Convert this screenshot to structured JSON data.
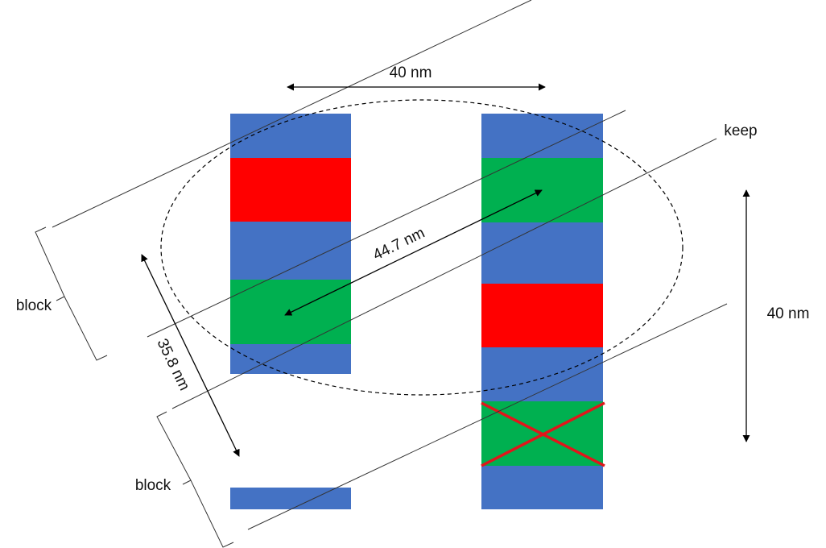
{
  "labels": {
    "top_spacing": "40 nm",
    "diagonal_spacing": "44.7 nm",
    "block_spacing": "35.8 nm",
    "right_spacing": "40 nm",
    "keep": "keep",
    "block_upper": "block",
    "block_lower": "block"
  },
  "colors": {
    "blue": "#4472C4",
    "red": "#FF0000",
    "green": "#00B050",
    "cross": "#E0161B"
  },
  "left_column": {
    "segments": [
      "blue",
      "red",
      "blue",
      "green",
      "blue"
    ],
    "detached_segment": "blue"
  },
  "right_column": {
    "segments": [
      "blue",
      "green",
      "blue",
      "red",
      "blue",
      "green",
      "blue"
    ],
    "crossed_out_segment_index": 5
  }
}
